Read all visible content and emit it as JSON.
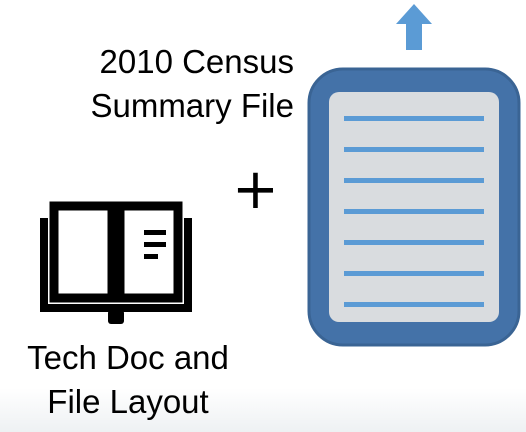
{
  "diagram": {
    "census_label_lines": [
      "2010 Census",
      "Summary File"
    ],
    "plus_sign": "+",
    "techdoc_label_lines": [
      "Tech Doc and",
      "File Layout"
    ],
    "icons": {
      "book": "book-icon",
      "document": "document-icon",
      "arrow": "arrow-up-icon"
    },
    "colors": {
      "document_frame": "#4472a8",
      "document_frame_edge": "#3a6494",
      "document_page": "#d9dcdf",
      "document_lines": "#5b9bd5",
      "arrow": "#5b9bd5",
      "text": "#000000"
    },
    "document_line_count": 7
  }
}
